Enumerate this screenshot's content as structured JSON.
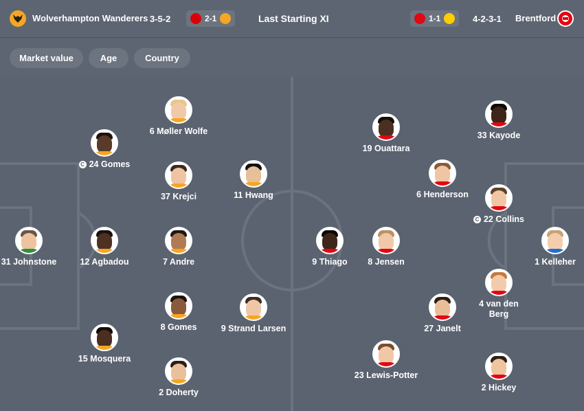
{
  "header": {
    "home_team": "Wolverhampton Wanderers",
    "home_formation": "3-5-2",
    "home_last_result": "2-1",
    "title": "Last Starting XI",
    "away_last_result": "1-1",
    "away_formation": "4-2-3-1",
    "away_team": "Brentford"
  },
  "colors": {
    "background": "#5b6370",
    "wolves_gold": "#f5a623",
    "brentford_red": "#e30613",
    "arsenal_red": "#db0007",
    "leeds_yellow": "#ffcd00"
  },
  "filters": [
    "Market value",
    "Age",
    "Country"
  ],
  "icons": {
    "home_logo": "wolves-crest-icon",
    "away_logo": "brentford-crest-icon",
    "captain": "captain-icon"
  },
  "home_players": [
    {
      "label": "6 Møller Wolfe"
    },
    {
      "label": "24 Gomes",
      "captain": true
    },
    {
      "label": "37 Krejci"
    },
    {
      "label": "11 Hwang"
    },
    {
      "label": "31 Johnstone"
    },
    {
      "label": "12 Agbadou"
    },
    {
      "label": "7 Andre"
    },
    {
      "label": "8 Gomes"
    },
    {
      "label": "9 Strand Larsen"
    },
    {
      "label": "15 Mosquera"
    },
    {
      "label": "2 Doherty"
    }
  ],
  "away_players": [
    {
      "label": "19 Ouattara"
    },
    {
      "label": "33 Kayode"
    },
    {
      "label": "6 Henderson"
    },
    {
      "label": "22 Collins",
      "captain": true
    },
    {
      "label": "9 Thiago"
    },
    {
      "label": "8 Jensen"
    },
    {
      "label": "1 Kelleher"
    },
    {
      "label": "4 van den Berg"
    },
    {
      "label": "27 Janelt"
    },
    {
      "label": "23 Lewis-Potter"
    },
    {
      "label": "2 Hickey"
    }
  ]
}
